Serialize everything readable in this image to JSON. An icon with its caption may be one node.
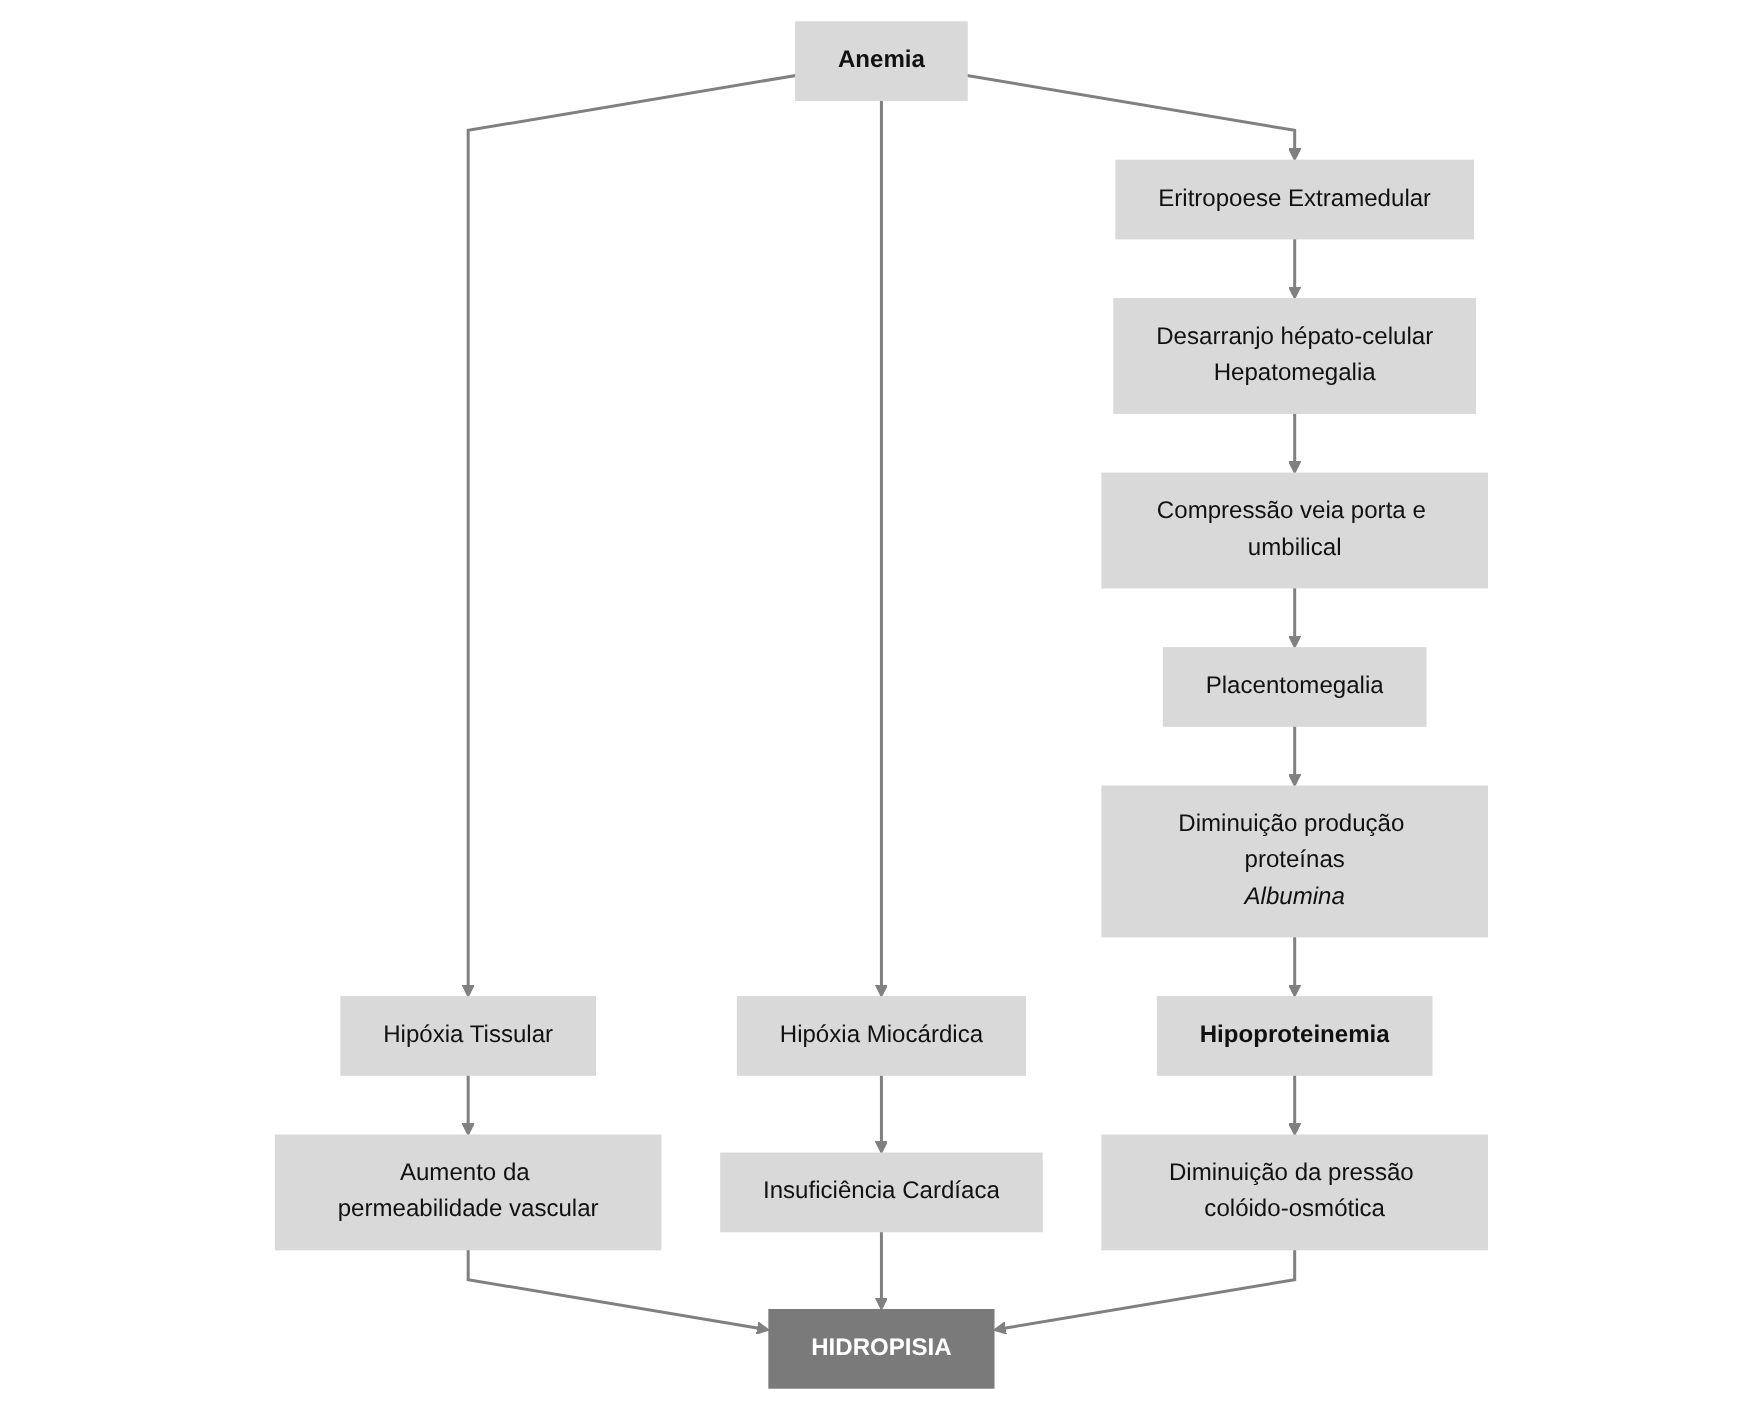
{
  "diagram": {
    "nodes": [
      {
        "text": [
          "Anemia"
        ]
      },
      {
        "text": [
          "Hipóxia Miocárdica"
        ]
      },
      {
        "text": [
          "Hipóxia Tissular"
        ]
      },
      {
        "text": [
          "Eritropoese Extramedular"
        ]
      },
      {
        "text": [
          "Aumento da permeabilidade vascular"
        ]
      },
      {
        "text": [
          "Desarranjo hépato-celular",
          "Hepatomegalia"
        ]
      },
      {
        "text": [
          "Insuficiência Cardíaca"
        ]
      },
      {
        "text": [
          "HIDROPISIA"
        ]
      },
      {
        "text": [
          "Compressão veia porta e umbilical"
        ]
      },
      {
        "text": [
          "Diminuição da pressão colóido-osmótica"
        ]
      },
      {
        "text": [
          "Placentomegalia"
        ]
      },
      {
        "text": [
          "Hipoproteinemia"
        ]
      },
      {
        "text": [
          "Diminuição produção proteínas",
          "*Albumina*"
        ]
      }
    ],
    "edges": [
      {
        "from": 0,
        "to": 1,
        "arrow": "to"
      },
      {
        "from": 0,
        "to": 2,
        "arrow": "to"
      },
      {
        "from": 0,
        "to": 3,
        "arrow": "to"
      },
      {
        "from": 1,
        "to": 6,
        "arrow": "to"
      },
      {
        "from": 2,
        "to": 4,
        "arrow": "to"
      },
      {
        "from": 4,
        "to": 7,
        "arrow": "to"
      },
      {
        "from": 6,
        "to": 7,
        "arrow": "to"
      },
      {
        "from": 3,
        "to": 5,
        "arrow": "to"
      },
      {
        "from": 5,
        "to": 8,
        "arrow": "to"
      },
      {
        "from": 8,
        "to": 10,
        "arrow": "to"
      },
      {
        "from": 10,
        "to": 12,
        "arrow": "to"
      },
      {
        "from": 12,
        "to": 11,
        "arrow": "to"
      },
      {
        "from": 11,
        "to": 9,
        "arrow": "to"
      },
      {
        "from": 9,
        "to": 7,
        "arrow": "to"
      }
    ]
  }
}
